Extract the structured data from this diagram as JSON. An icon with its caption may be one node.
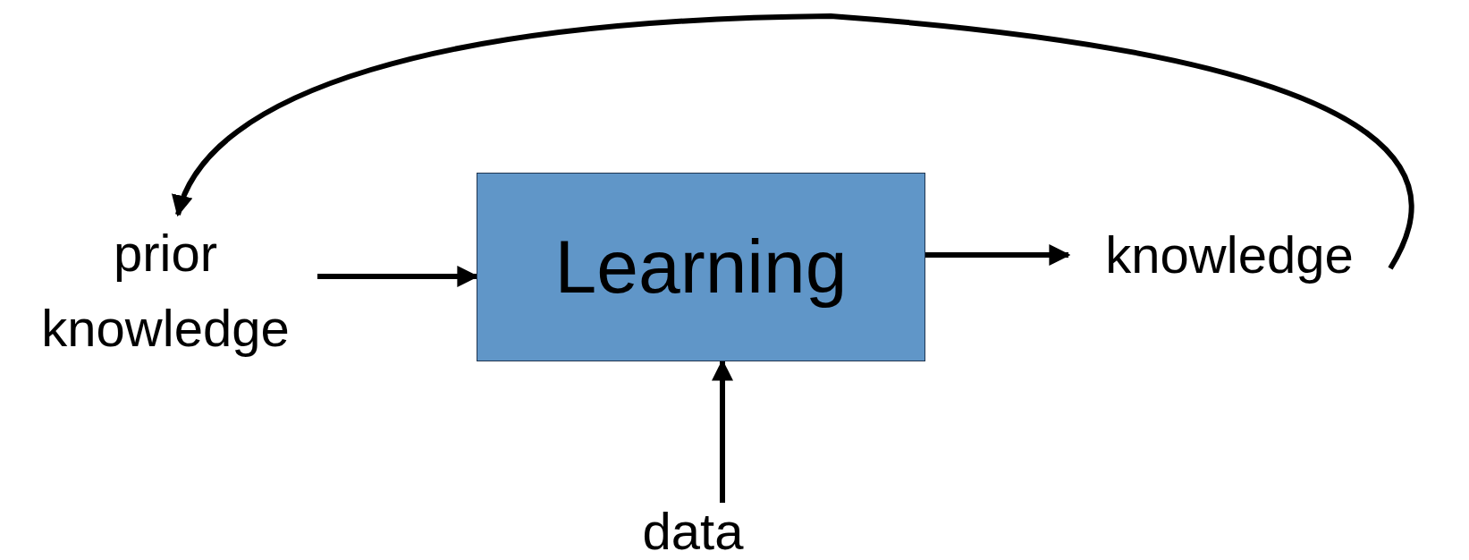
{
  "diagram": {
    "nodes": [
      {
        "text": [
          "prior knowledge"
        ]
      },
      {
        "text": [
          "Learning"
        ]
      },
      {
        "text": [
          "knowledge"
        ]
      },
      {
        "text": [
          "data"
        ]
      }
    ],
    "edges": [
      {
        "from": 0,
        "to": 1,
        "arrow": "to"
      },
      {
        "from": 1,
        "to": 2,
        "arrow": "to"
      },
      {
        "from": 3,
        "to": 1,
        "arrow": "to"
      },
      {
        "from": 2,
        "to": 0,
        "arrow": "to"
      }
    ]
  }
}
